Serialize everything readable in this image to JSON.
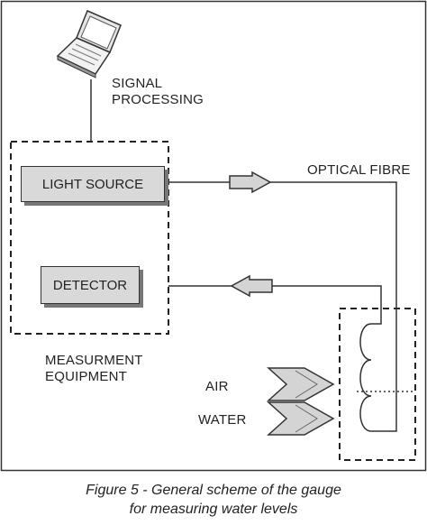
{
  "diagram": {
    "labels": {
      "signal_processing_line1": "SIGNAL",
      "signal_processing_line2": "PROCESSING",
      "light_source": "LIGHT SOURCE",
      "detector": "DETECTOR",
      "optical_fibre": "OPTICAL FIBRE",
      "measurement_line1": "MEASURMENT",
      "measurement_line2": "EQUIPMENT",
      "air": "AIR",
      "water": "WATER"
    },
    "icons": [
      "laptop-icon"
    ],
    "colors": {
      "stroke": "#333333",
      "box_fill": "#d9d9d9",
      "box_shadow": "#777777",
      "arrow_fill": "#d4d4d4"
    }
  },
  "caption": {
    "line1": "Figure 5 - General scheme of the gauge",
    "line2": "for measuring water levels"
  }
}
